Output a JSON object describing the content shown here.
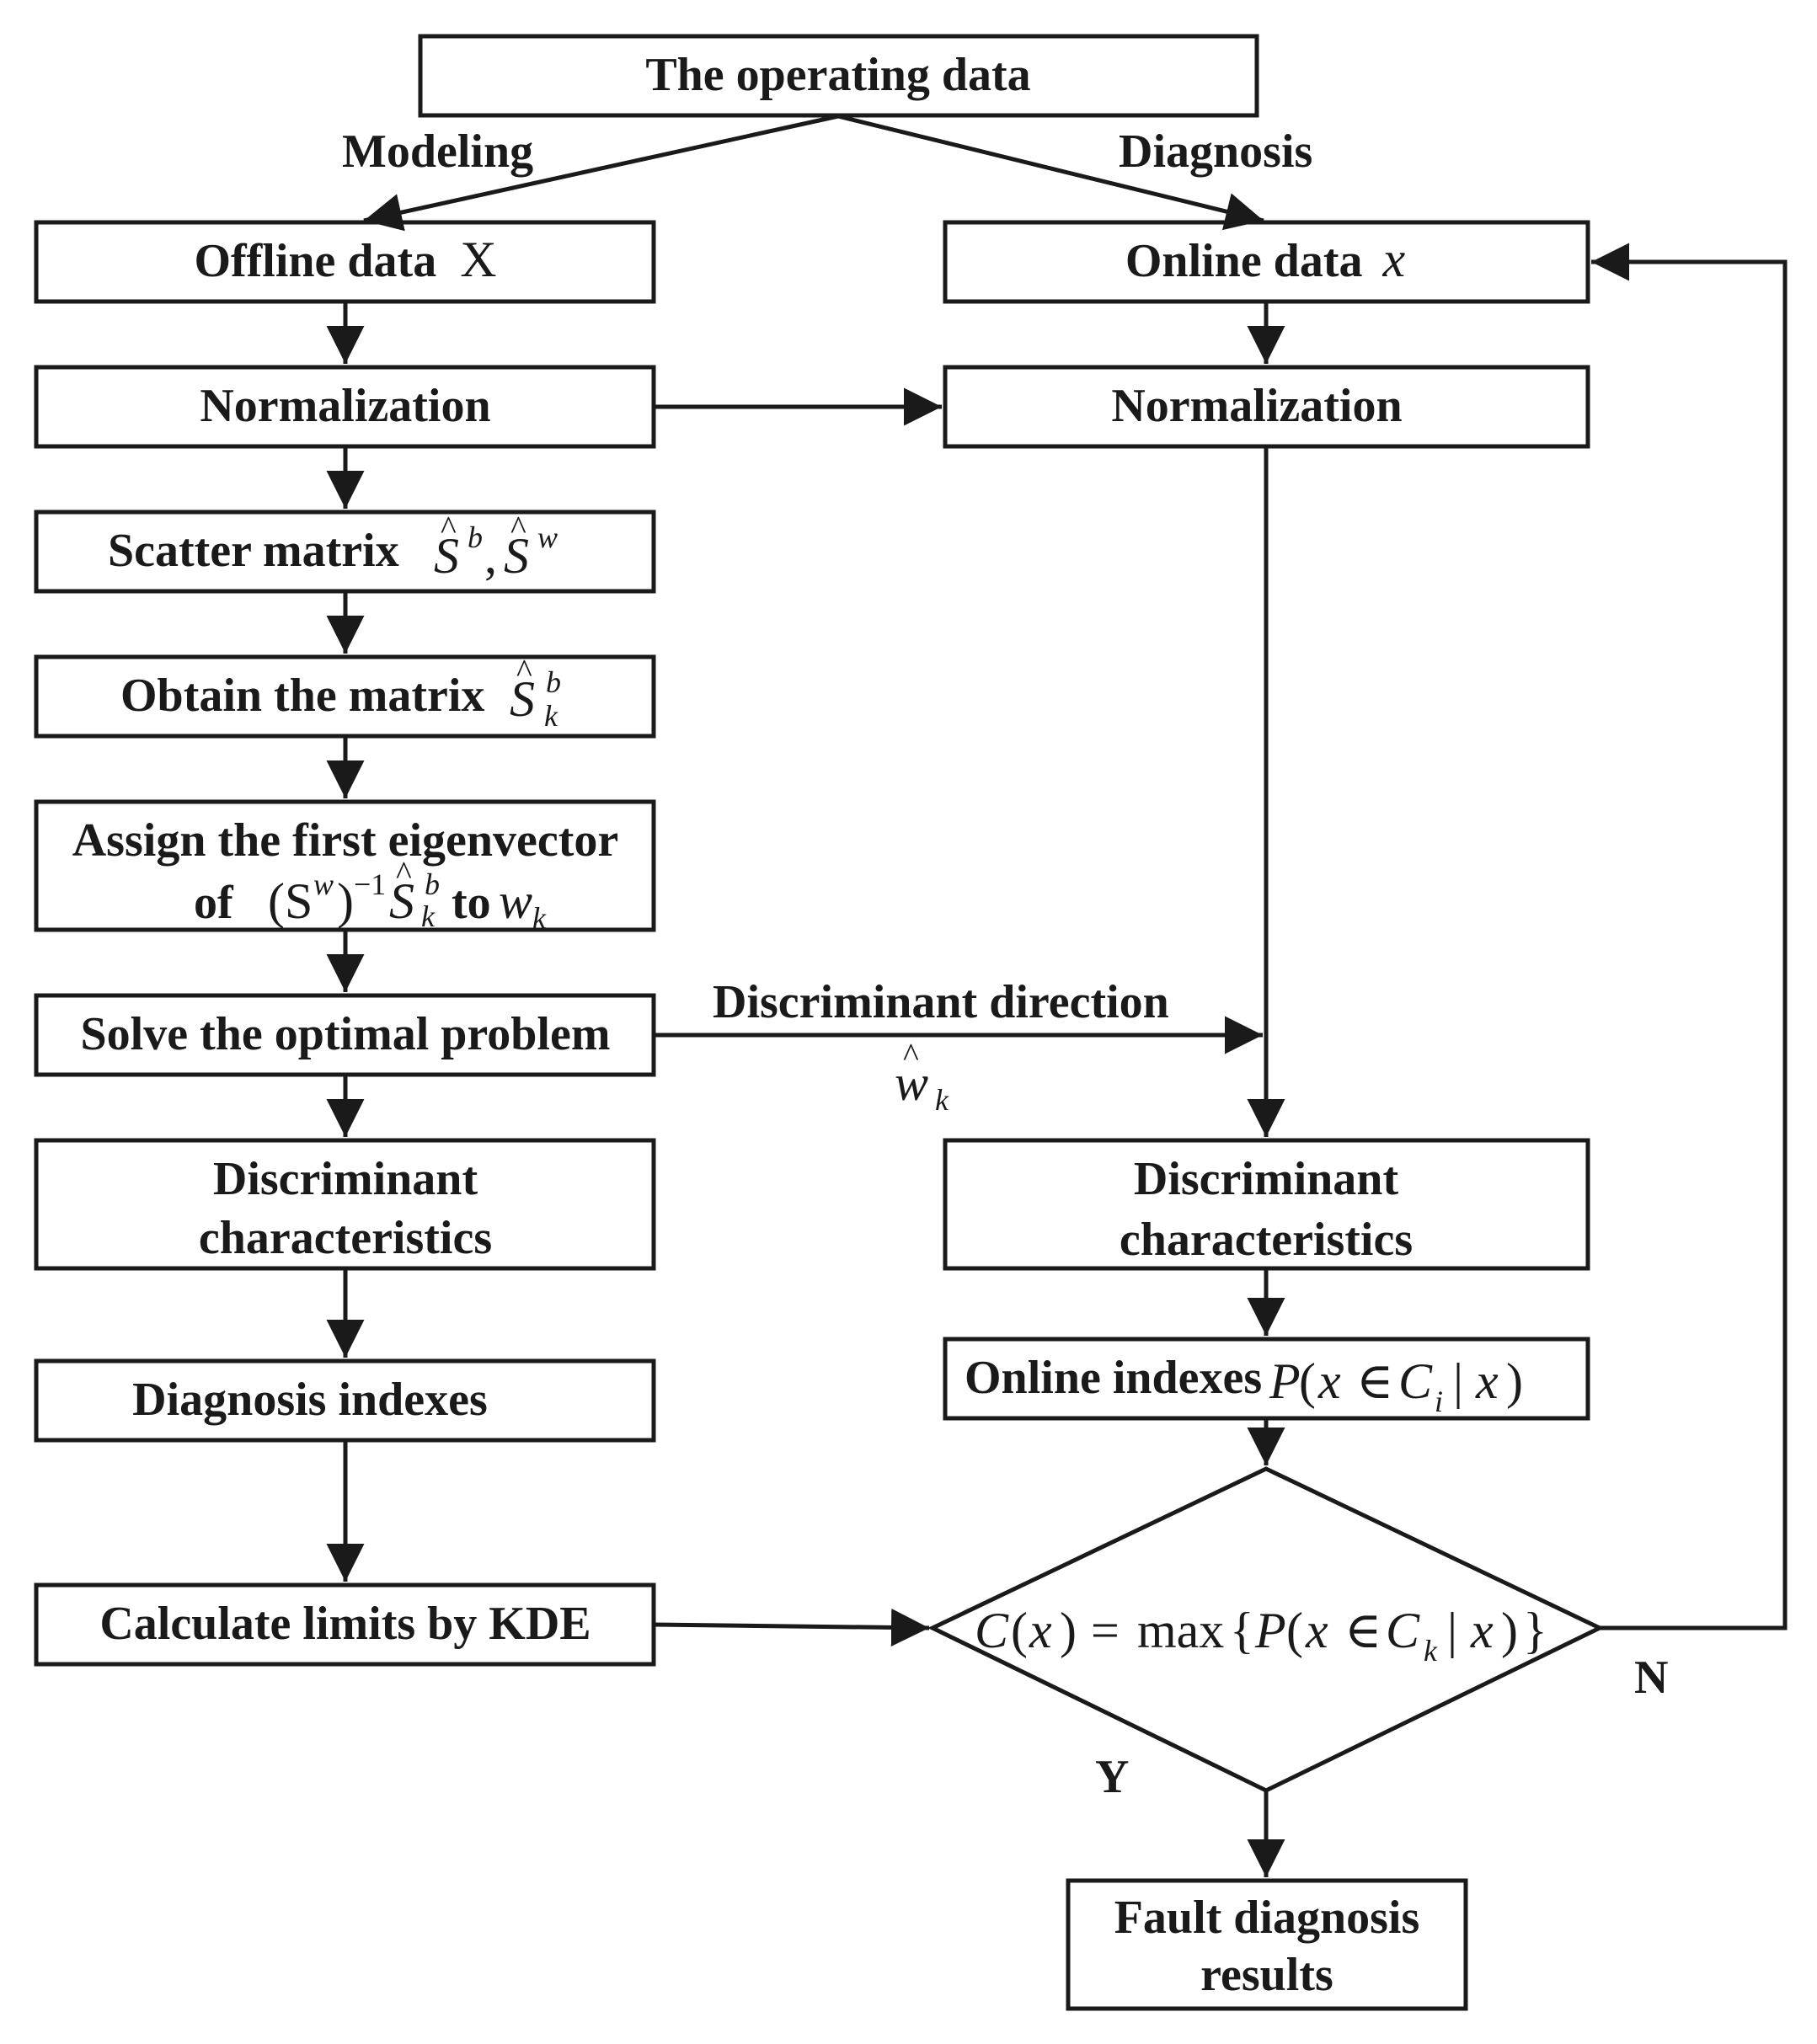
{
  "nodes": {
    "operating_data": "The operating data",
    "offline_data": "Offline data",
    "offline_data_symbol": "X",
    "online_data": "Online data",
    "online_data_symbol": "x",
    "normalization_left": "Normalization",
    "normalization_right": "Normalization",
    "scatter_matrix": "Scatter matrix",
    "scatter_matrix_symbol": "Ŝ^b, Ŝ^w",
    "obtain_matrix": "Obtain the matrix",
    "obtain_matrix_symbol": "Ŝ_k^b",
    "assign_line1": "Assign the first eigenvector",
    "assign_line2_prefix": "of",
    "assign_line2_mid": "to",
    "solve_problem": "Solve the optimal problem",
    "disc_char_left_line1": "Discriminant",
    "disc_char_left_line2": "characteristics",
    "disc_char_right_line1": "Discriminant",
    "disc_char_right_line2": "characteristics",
    "diagnosis_indexes": "Diagnosis indexes",
    "online_indexes": "Online indexes",
    "online_indexes_formula": "P(x ∈ C_i | x)",
    "calc_limits": "Calculate limits by KDE",
    "decision_formula": "C(x) = max{P(x ∈ C_k | x)}",
    "fault_results_line1": "Fault diagnosis",
    "fault_results_line2": "results"
  },
  "edge_labels": {
    "modeling": "Modeling",
    "diagnosis": "Diagnosis",
    "disc_direction": "Discriminant direction",
    "disc_direction_symbol": "ŵ_k",
    "yes": "Y",
    "no": "N"
  },
  "colors": {
    "stroke": "#1a1a1a",
    "background": "#ffffff"
  }
}
